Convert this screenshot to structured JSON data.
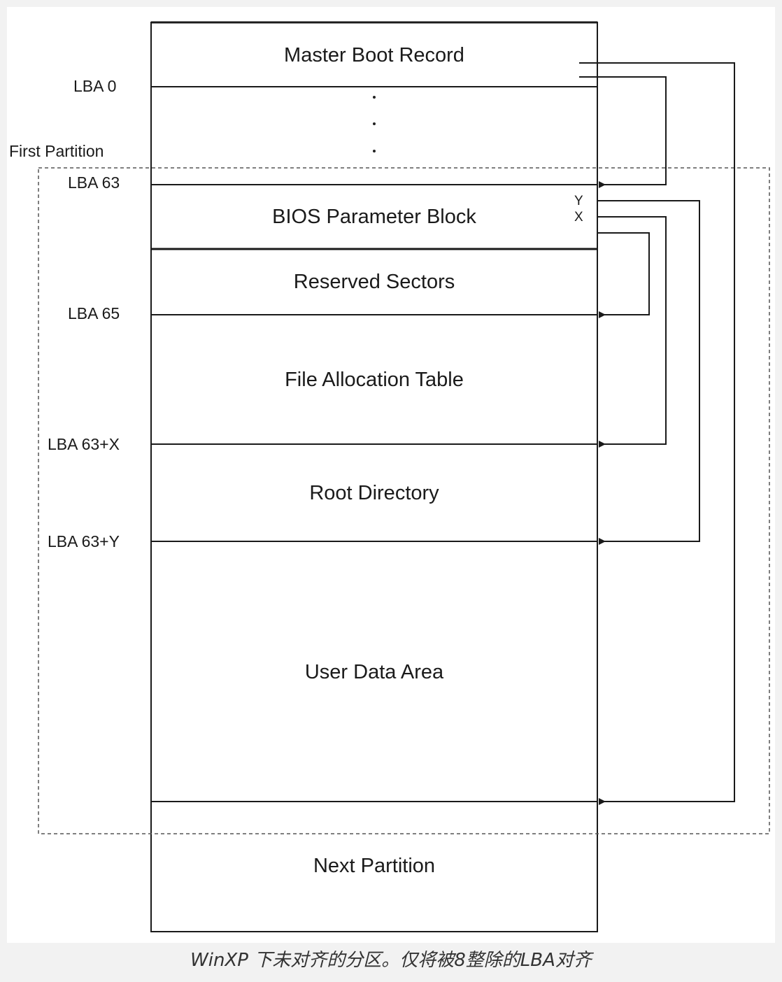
{
  "diagram": {
    "blocks": [
      {
        "id": "mbr",
        "label": "Master Boot Record"
      },
      {
        "id": "bpb",
        "label": "BIOS Parameter Block"
      },
      {
        "id": "reserved",
        "label": "Reserved Sectors"
      },
      {
        "id": "fat",
        "label": "File Allocation Table"
      },
      {
        "id": "root",
        "label": "Root Directory"
      },
      {
        "id": "data",
        "label": "User Data Area"
      },
      {
        "id": "next",
        "label": "Next Partition"
      }
    ],
    "lba_labels": [
      {
        "id": "lba0",
        "label": "LBA 0"
      },
      {
        "id": "lba63",
        "label": "LBA 63"
      },
      {
        "id": "lba65",
        "label": "LBA 65"
      },
      {
        "id": "lba63x",
        "label": "LBA 63+X"
      },
      {
        "id": "lba63y",
        "label": "LBA 63+Y"
      }
    ],
    "partition_label": "First Partition",
    "pointer_labels": {
      "y": "Y",
      "x": "X"
    },
    "colors": {
      "line": "#1a1a1a",
      "dashed": "#555555"
    }
  },
  "caption": "WinXP 下未对齐的分区。仅将被8整除的LBA对齐"
}
